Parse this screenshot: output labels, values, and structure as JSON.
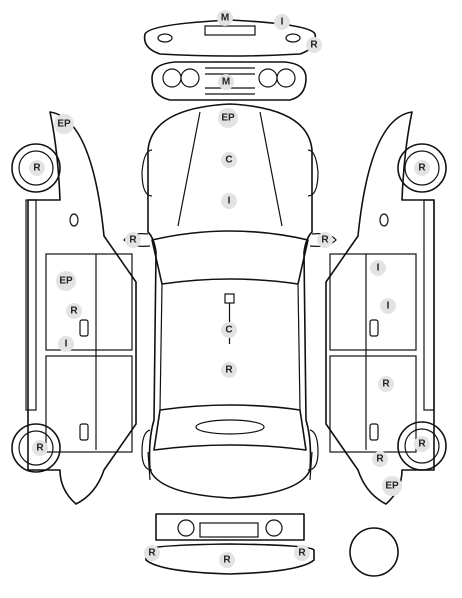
{
  "colors": {
    "line": "#111111",
    "badge_fill": "#e3e3e3",
    "badge_text": "#222222"
  },
  "markers": [
    {
      "id": "front-bumper-M",
      "label": "M"
    },
    {
      "id": "front-bumper-I",
      "label": "I"
    },
    {
      "id": "front-bumper-R",
      "label": "R"
    },
    {
      "id": "grille-M",
      "label": "M"
    },
    {
      "id": "hood-EP",
      "label": "EP"
    },
    {
      "id": "hood-C",
      "label": "C"
    },
    {
      "id": "hood-I",
      "label": "I"
    },
    {
      "id": "mirror-left-R",
      "label": "R"
    },
    {
      "id": "mirror-right-R",
      "label": "R"
    },
    {
      "id": "roof-C",
      "label": "C"
    },
    {
      "id": "roof-R",
      "label": "R"
    },
    {
      "id": "left-fender-EP",
      "label": "EP"
    },
    {
      "id": "left-front-wheel-R",
      "label": "R"
    },
    {
      "id": "left-door-EP",
      "label": "EP"
    },
    {
      "id": "left-door-R",
      "label": "R"
    },
    {
      "id": "left-sill-I",
      "label": "I"
    },
    {
      "id": "left-rear-wheel-R",
      "label": "R"
    },
    {
      "id": "right-front-wheel-R",
      "label": "R"
    },
    {
      "id": "right-door-I-1",
      "label": "I"
    },
    {
      "id": "right-door-I-2",
      "label": "I"
    },
    {
      "id": "right-rear-door-R",
      "label": "R"
    },
    {
      "id": "right-rear-wheel-R",
      "label": "R"
    },
    {
      "id": "right-rear-arch-R",
      "label": "R"
    },
    {
      "id": "right-rear-EP",
      "label": "EP"
    },
    {
      "id": "rear-bumper-R-left",
      "label": "R"
    },
    {
      "id": "rear-bumper-R-center",
      "label": "R"
    },
    {
      "id": "rear-bumper-R-right",
      "label": "R"
    }
  ]
}
